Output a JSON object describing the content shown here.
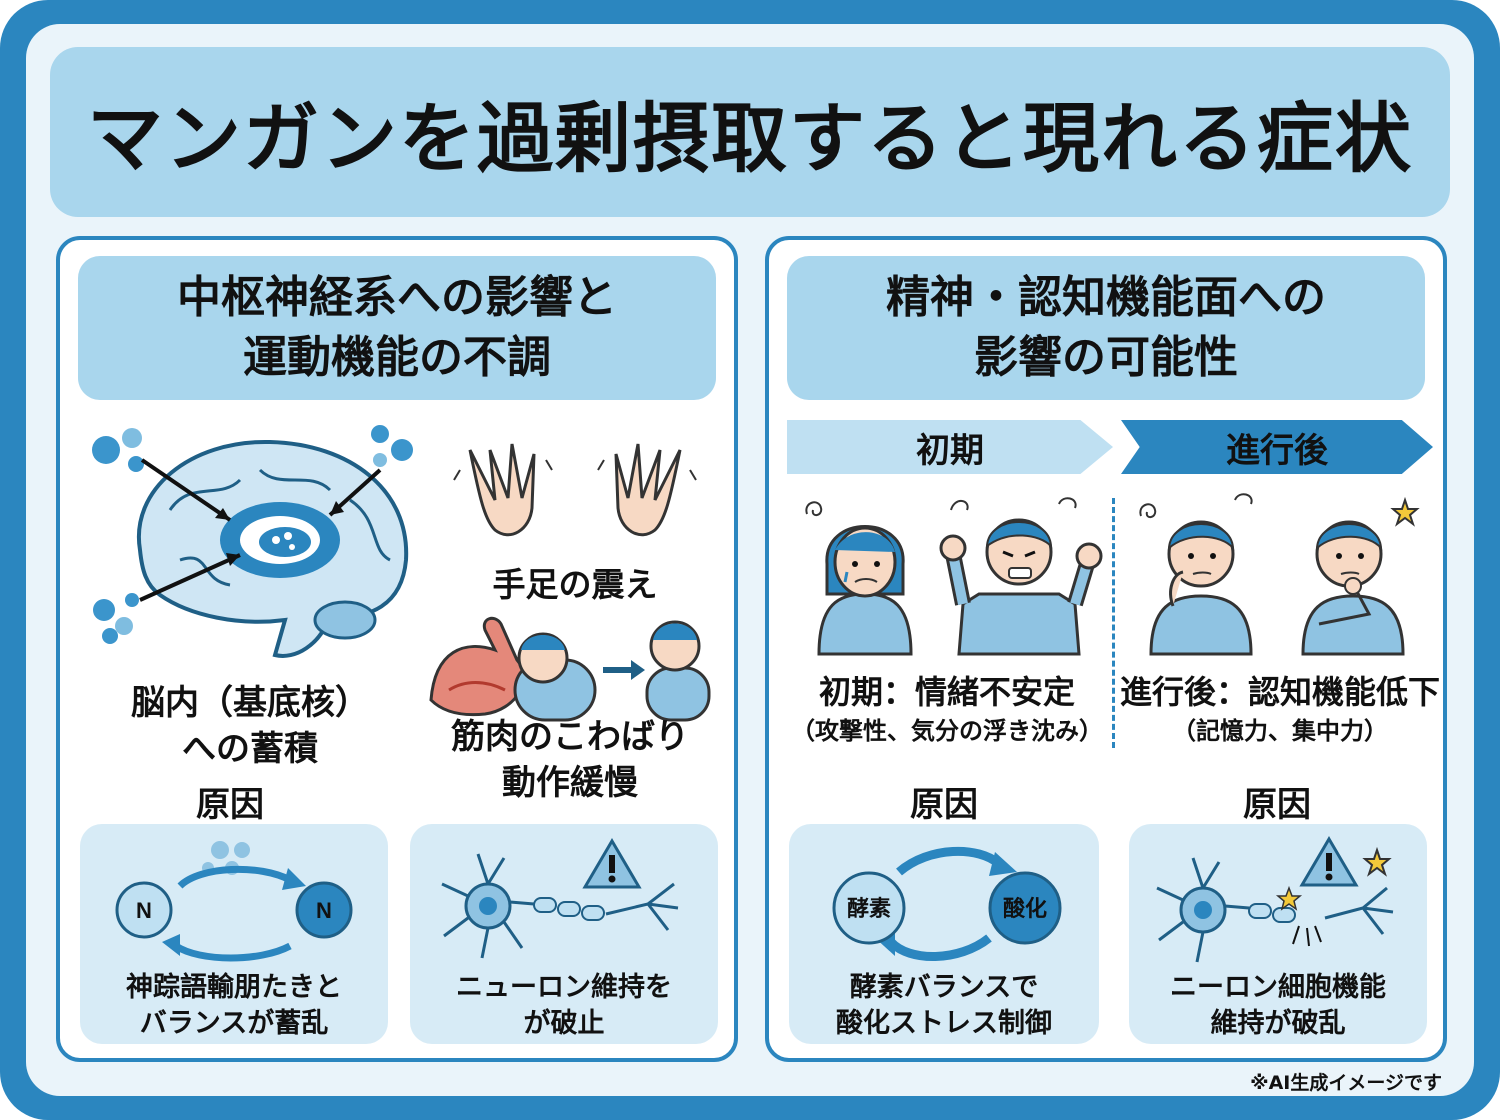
{
  "title": "マンガンを過剰摂取すると現れる症状",
  "left_panel": {
    "heading_line1": "中枢神経系への影響と",
    "heading_line2": "運動機能の不調",
    "brain_caption_line1": "脳内（基底核）",
    "brain_caption_line2": "への蓄積",
    "tremor_caption": "手足の震え",
    "stiffness_caption_line1": "筋肉のこわばり",
    "stiffness_caption_line2": "動作緩慢",
    "cause_label": "原因",
    "cause_card1_line1": "神踪語輸朋たきと",
    "cause_card1_line2": "バランスが蓄乱",
    "cause_card1_node": "N",
    "cause_card2_line1": "ニューロン維持を",
    "cause_card2_line2": "が破止"
  },
  "right_panel": {
    "heading_line1": "精神・認知機能面への",
    "heading_line2": "影響の可能性",
    "stage_early": "初期",
    "stage_late": "進行後",
    "early_caption": "初期：情緒不安定",
    "early_detail": "（攻撃性、気分の浮き沈み）",
    "late_caption": "進行後：認知機能低下",
    "late_detail": "（記憶力、集中力）",
    "cause_label_1": "原因",
    "cause_label_2": "原因",
    "enzyme_node": "酵素",
    "oxidation_node": "酸化",
    "cause_card3_line1": "酵素バランスで",
    "cause_card3_line2": "酸化ストレス制御",
    "cause_card4_line1": "ニーロン細胞機能",
    "cause_card4_line2": "維持が破乱"
  },
  "footnote": "※AI生成イメージです",
  "colors": {
    "frame": "#2b86bf",
    "light": "#a9d6ed",
    "card": "#d7ebf6",
    "accent": "#3b95cc"
  },
  "icons": [
    "brain-icon",
    "hands-tremor-icon",
    "muscle-stiffness-icon",
    "neuron-icon",
    "warning-icon",
    "cycle-arrows-icon",
    "person-anxious-icon",
    "person-angry-icon",
    "person-confused-icon",
    "person-thinking-icon",
    "star-icon"
  ]
}
